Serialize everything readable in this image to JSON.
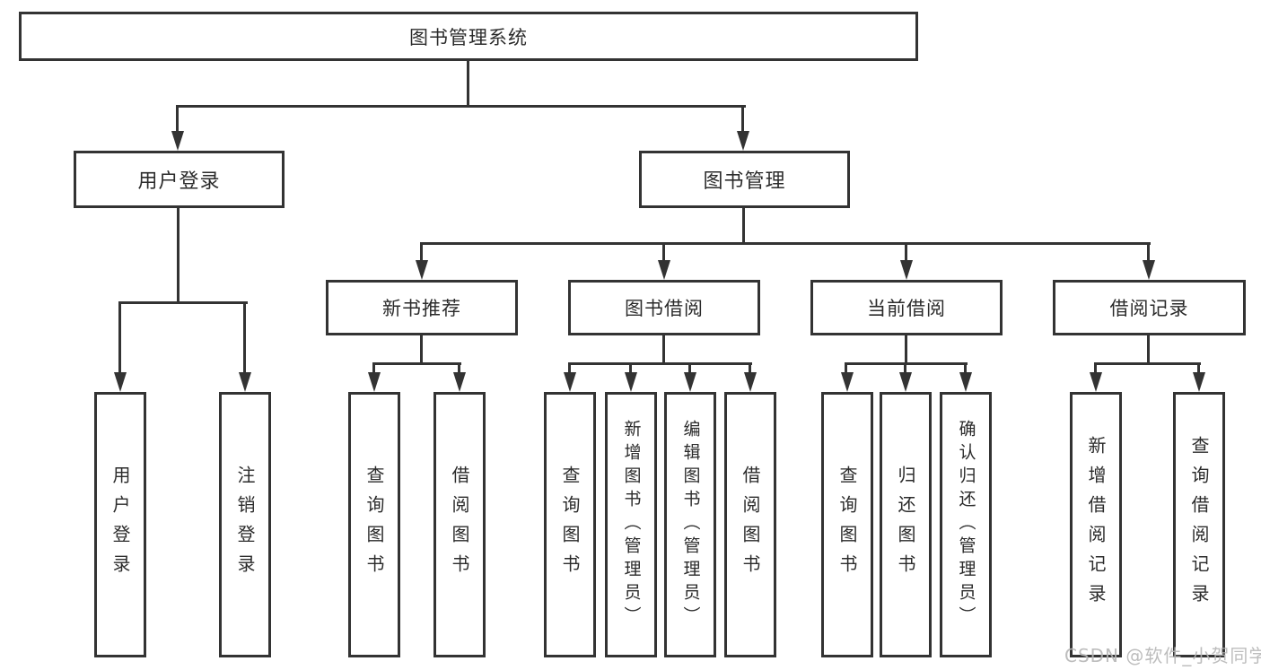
{
  "diagram": {
    "root": {
      "label": "图书管理系统"
    },
    "level2": {
      "user_login": {
        "label": "用户登录"
      },
      "book_management": {
        "label": "图书管理"
      }
    },
    "level3": {
      "new_book_recommendation": {
        "label": "新书推荐"
      },
      "book_borrowing": {
        "label": "图书借阅"
      },
      "current_borrowing": {
        "label": "当前借阅"
      },
      "borrowing_records": {
        "label": "借阅记录"
      }
    },
    "level4": {
      "user_login_group": [
        {
          "label": "用户登录"
        },
        {
          "label": "注销登录"
        }
      ],
      "new_book_group": [
        {
          "label": "查询图书"
        },
        {
          "label": "借阅图书"
        }
      ],
      "book_borrowing_group": [
        {
          "label": "查询图书"
        },
        {
          "label": "新增图书（管理员）"
        },
        {
          "label": "编辑图书（管理员）"
        },
        {
          "label": "借阅图书"
        }
      ],
      "current_borrowing_group": [
        {
          "label": "查询图书"
        },
        {
          "label": "归还图书"
        },
        {
          "label": "确认归还（管理员）"
        }
      ],
      "borrowing_records_group": [
        {
          "label": "新增借阅记录"
        },
        {
          "label": "查询借阅记录"
        }
      ]
    },
    "watermark": "CSDN @软件_小贺同学",
    "colors": {
      "line": "#333333",
      "box_border": "#333333",
      "box_fill": "#ffffff",
      "text": "#2b2b2b",
      "watermark": "#b6b6b6",
      "background": "#ffffff"
    }
  }
}
